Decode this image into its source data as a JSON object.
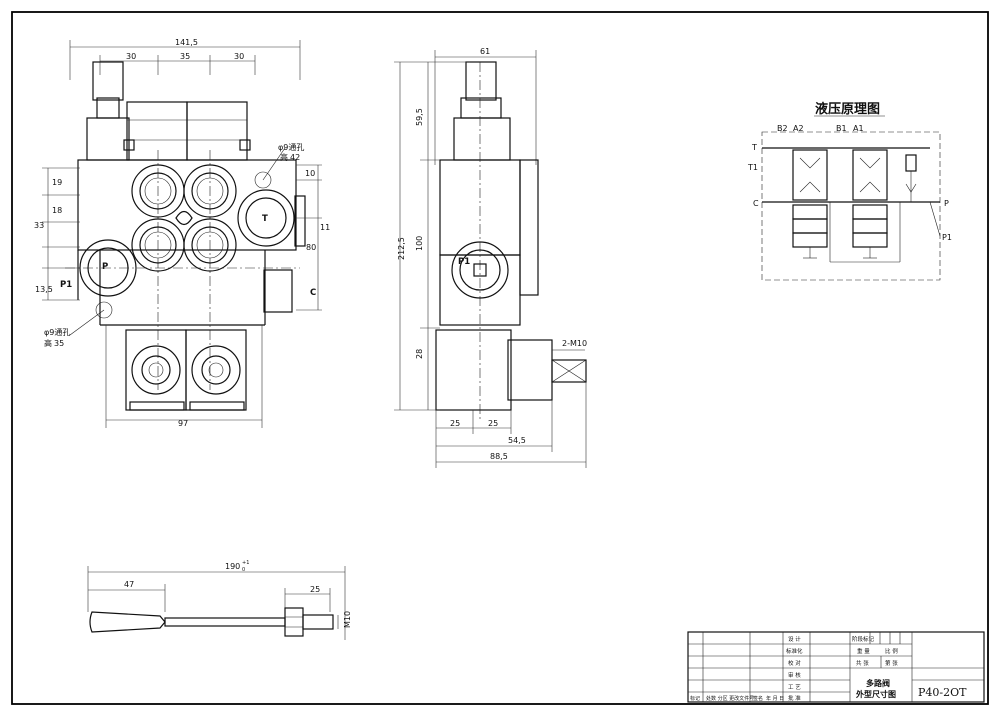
{
  "drawing": {
    "front_view": {
      "dims": {
        "overall_width": "141,5",
        "left_seg": "30",
        "mid_seg": "35",
        "right_seg": "30",
        "base_width": "97",
        "left_19": "19",
        "left_18": "18",
        "left_33": "33",
        "left_13_5": "13,5",
        "right_10": "10",
        "right_11": "11",
        "right_80": "80"
      },
      "ports": {
        "p1_side": "P1",
        "p_port": "P",
        "t_port": "T",
        "c_port": "C"
      },
      "holes": {
        "upper_line1": "φ9通孔",
        "upper_line2_label": "高",
        "upper_line2_value": "42",
        "lower_line1": "φ9通孔",
        "lower_line2_label": "高",
        "lower_line2_value": "35"
      }
    },
    "side_view": {
      "dims": {
        "top_width": "61",
        "d_59_5": "59,5",
        "d_212_5": "212,5",
        "d_100": "100",
        "d_28": "28",
        "bottom_25a": "25",
        "bottom_25b": "25",
        "d_54_5": "54,5",
        "d_88_5": "88,5",
        "thread": "2-M10"
      },
      "port": "P1"
    },
    "handle": {
      "dims": {
        "length": "190",
        "tolerance_top": "+1",
        "tolerance_bottom": "0",
        "grip": "47",
        "thread_len": "25",
        "thread": "M10"
      }
    },
    "schematic": {
      "title": "液压原理图",
      "labels": {
        "t": "T",
        "t1": "T1",
        "b2": "B2",
        "a2": "A2",
        "b1": "B1",
        "a1": "A1",
        "c": "C",
        "p": "P",
        "p1": "P1"
      }
    },
    "title_block": {
      "rows_left": [
        "设 计",
        "标准化",
        "校 对",
        "审 核",
        "工 艺",
        "批 准"
      ],
      "stage": "阶段标记",
      "weight": "重 量",
      "scale": "比 例",
      "sheets": "共 张",
      "sheet_no": "第 张",
      "name_line1": "多路阀",
      "name_line2": "外型尺寸图",
      "drawing_no": "P40-2OT",
      "bottom_left": "标记",
      "bottom_mid": "处数 分区 更改文件号",
      "bottom_sig": "签名",
      "bottom_date": "年 月 日"
    }
  }
}
